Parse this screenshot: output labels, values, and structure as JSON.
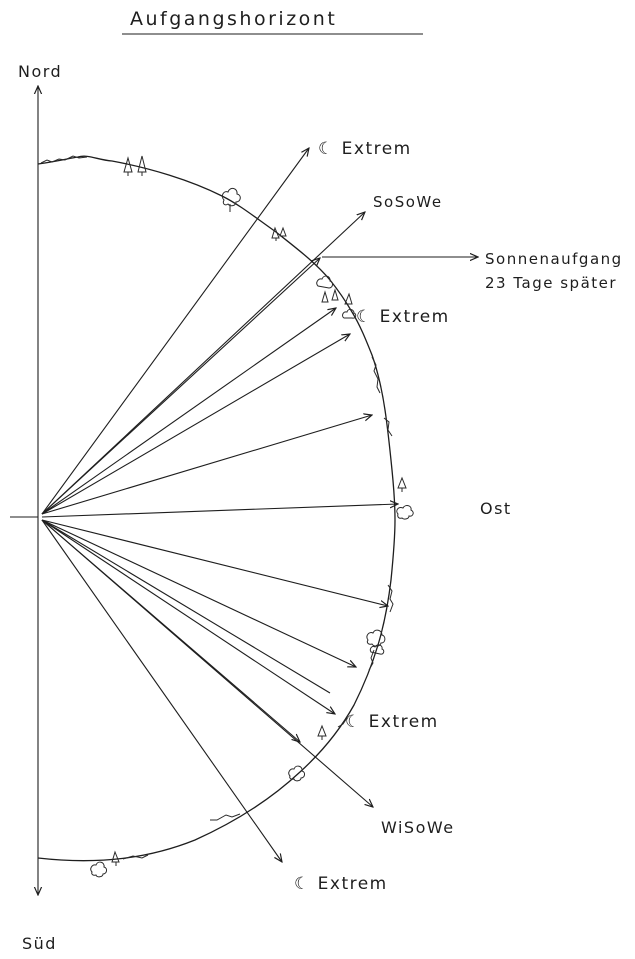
{
  "title": "Aufgangshorizont",
  "directions": {
    "north": "Nord",
    "south": "Süd",
    "east": "Ost"
  },
  "rays": [
    {
      "label": "☾ Extrem",
      "kind": "labeled"
    },
    {
      "label": "SoSoWe",
      "kind": "labeled"
    },
    {
      "label": "",
      "kind": "plain"
    },
    {
      "label": "☾ Extrem",
      "kind": "labeled"
    },
    {
      "label": "",
      "kind": "plain"
    },
    {
      "label": "",
      "kind": "plain"
    },
    {
      "label": "",
      "kind": "plain"
    },
    {
      "label": "",
      "kind": "plain"
    },
    {
      "label": "",
      "kind": "plain"
    },
    {
      "label": "☾ Extrem",
      "kind": "labeled"
    },
    {
      "label": "WiSoWe",
      "kind": "labeled"
    },
    {
      "label": "☾ Extrem",
      "kind": "labeled"
    }
  ],
  "sunrise_note": {
    "line1": "Sonnenaufgang",
    "line2": "23 Tage später"
  }
}
